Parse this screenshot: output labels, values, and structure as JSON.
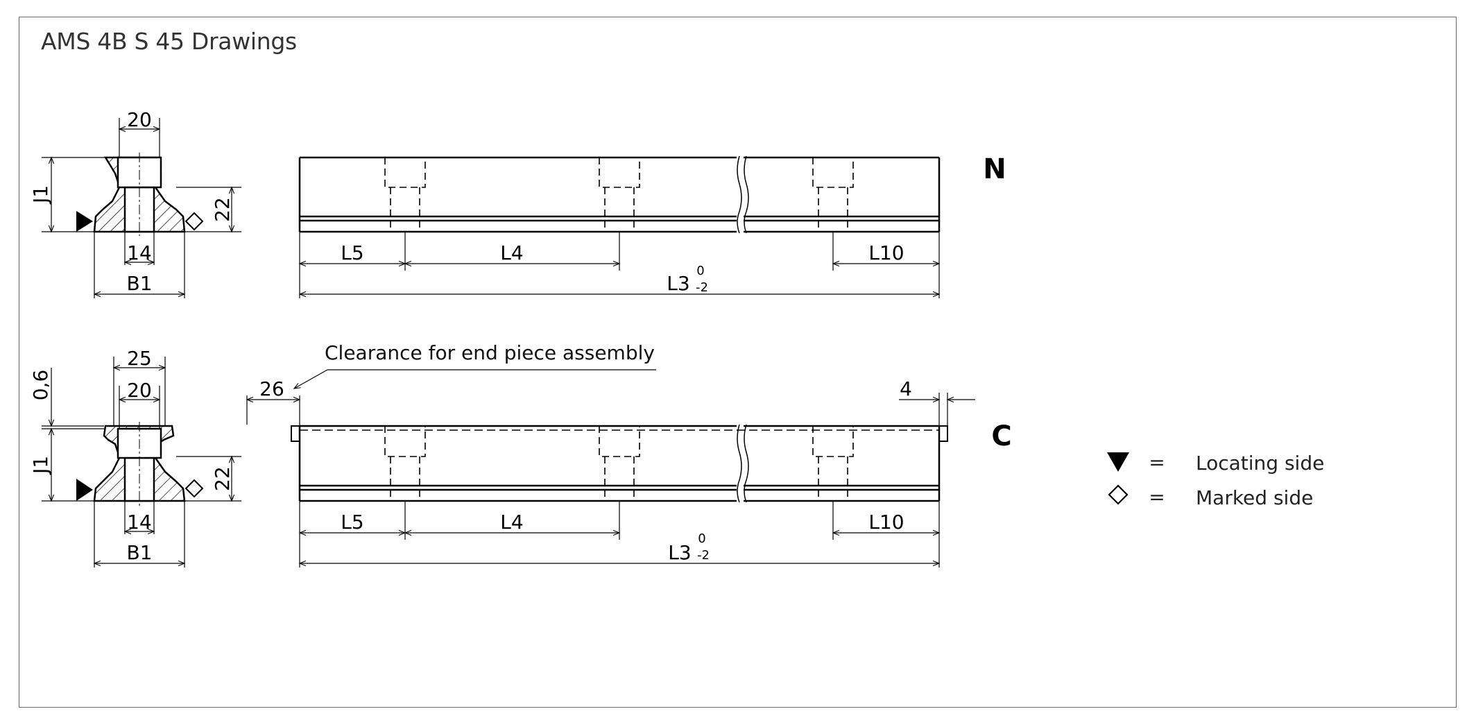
{
  "title": "AMS 4B S 45 Drawings",
  "view_n": {
    "label": "N",
    "section": {
      "top_width": "20",
      "bore": "14",
      "height": "J1",
      "side_height": "22",
      "width": "B1"
    },
    "lengths": {
      "l5": "L5",
      "l4": "L4",
      "l10": "L10",
      "l3_base": "L3",
      "l3_tol_upper": "0",
      "l3_tol_lower": "-2"
    }
  },
  "view_c": {
    "label": "C",
    "note": "Clearance for end piece assembly",
    "end_left": "26",
    "end_right": "4",
    "section": {
      "outer_width": "25",
      "top_width": "20",
      "offset": "0,6",
      "bore": "14",
      "height": "J1",
      "side_height": "22",
      "width": "B1"
    },
    "lengths": {
      "l5": "L5",
      "l4": "L4",
      "l10": "L10",
      "l3_base": "L3",
      "l3_tol_upper": "0",
      "l3_tol_lower": "-2"
    }
  },
  "legend": {
    "items": [
      {
        "icon": "filled-triangle-icon",
        "equals": "=",
        "label": "Locating side"
      },
      {
        "icon": "diamond-outline-icon",
        "equals": "=",
        "label": "Marked side"
      }
    ]
  }
}
